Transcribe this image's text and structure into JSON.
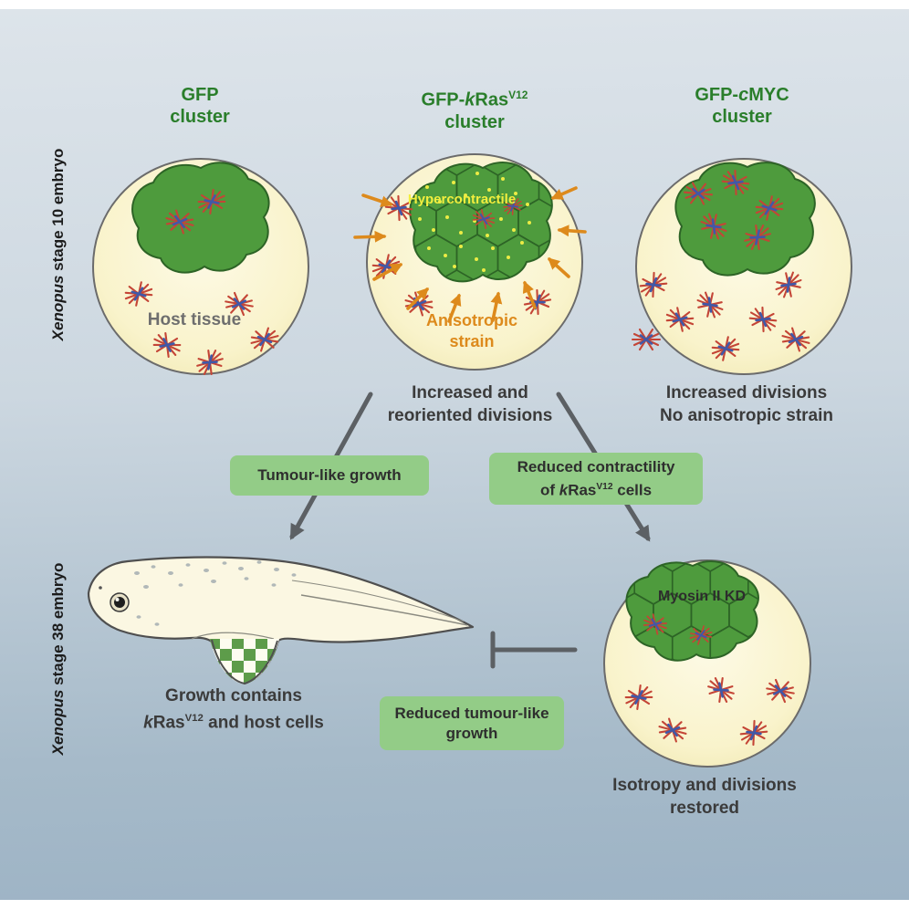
{
  "colors": {
    "background_top": "#dde4ea",
    "background_bottom": "#9db3c5",
    "title_green": "#2a7e2b",
    "cluster_green": "#4e9b3d",
    "embryo_yellow": "#f9f3cb",
    "highlight_box_green": "#93cc87",
    "anisotropic_orange": "#dd8a1c",
    "hypercontractile_yellow": "#f2ee3e",
    "caption_gray": "#3b3b3b",
    "arrow_gray": "#5c6064",
    "spindle_red": "#c44536",
    "spindle_blue": "#4059a8"
  },
  "side_labels": {
    "stage10": {
      "italic": "Xenopus",
      "rest": " stage 10 embryo"
    },
    "stage38": {
      "italic": "Xenopus",
      "rest": " stage 38 embryo"
    }
  },
  "panels": {
    "gfp": {
      "title_line1": "GFP",
      "title_line2": "cluster",
      "host_tissue": "Host tissue"
    },
    "kras": {
      "title_prefix": "GFP-",
      "title_italic": "k",
      "title_gene": "Ras",
      "title_sup": "V12",
      "title_line2": "cluster",
      "hypercontractile": "Hypercontractile",
      "anisotropic_line1": "Anisotropic",
      "anisotropic_line2": "strain",
      "caption_line1": "Increased and",
      "caption_line2": "reoriented divisions"
    },
    "cmyc": {
      "title_prefix": "GFP-",
      "title_italic": "c",
      "title_gene": "MYC",
      "title_line2": "cluster",
      "caption_line1": "Increased divisions",
      "caption_line2": "No anisotropic strain"
    }
  },
  "flow_boxes": {
    "tumour_like_growth": "Tumour-like growth",
    "reduced_contractility": {
      "line1": "Reduced contractility",
      "line2_pre": "of ",
      "italic": "k",
      "gene": "Ras",
      "sup": "V12",
      "line2_post": " cells"
    },
    "reduced_tumour": {
      "line1": "Reduced tumour-like",
      "line2": "growth"
    }
  },
  "stage38_panel": {
    "caption_line1": "Growth contains",
    "caption_italic": "k",
    "caption_gene": "Ras",
    "caption_sup": "V12",
    "caption_rest": " and host cells",
    "myosin_label": "Myosin II KD",
    "isotropy_line1": "Isotropy and divisions",
    "isotropy_line2": "restored"
  }
}
